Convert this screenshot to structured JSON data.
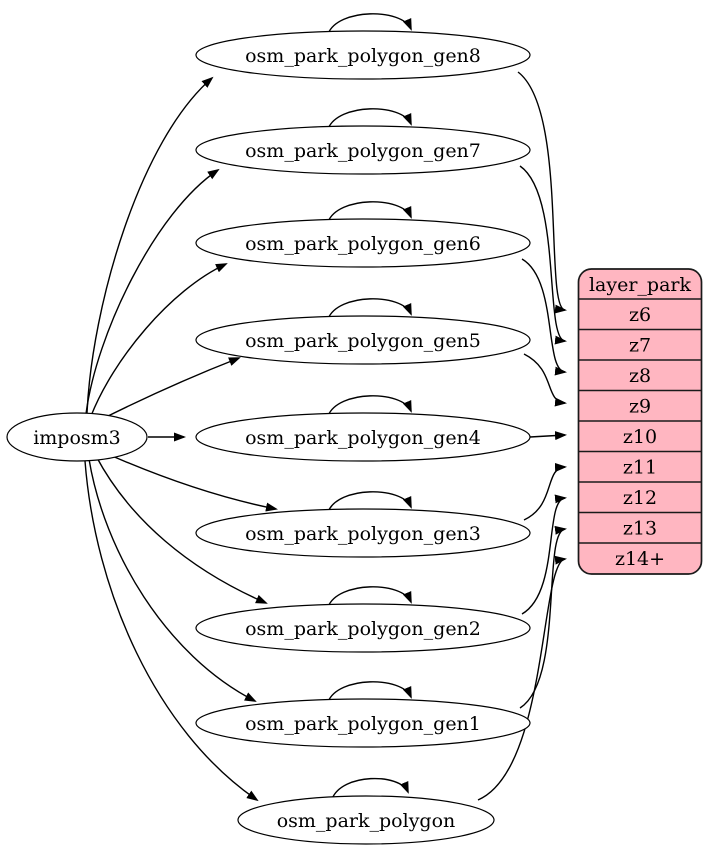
{
  "diagram": {
    "kind": "graphviz-digraph",
    "edge_color": "#000000",
    "node_fill": "#ffffff",
    "source": {
      "label": "imposm3"
    },
    "tables": [
      {
        "id": "osm_park_polygon_gen8",
        "label": "osm_park_polygon_gen8"
      },
      {
        "id": "osm_park_polygon_gen7",
        "label": "osm_park_polygon_gen7"
      },
      {
        "id": "osm_park_polygon_gen6",
        "label": "osm_park_polygon_gen6"
      },
      {
        "id": "osm_park_polygon_gen5",
        "label": "osm_park_polygon_gen5"
      },
      {
        "id": "osm_park_polygon_gen4",
        "label": "osm_park_polygon_gen4"
      },
      {
        "id": "osm_park_polygon_gen3",
        "label": "osm_park_polygon_gen3"
      },
      {
        "id": "osm_park_polygon_gen2",
        "label": "osm_park_polygon_gen2"
      },
      {
        "id": "osm_park_polygon_gen1",
        "label": "osm_park_polygon_gen1"
      },
      {
        "id": "osm_park_polygon",
        "label": "osm_park_polygon"
      }
    ],
    "layer": {
      "title": "layer_park",
      "fill": "#ffb6c1",
      "rows": [
        "z6",
        "z7",
        "z8",
        "z9",
        "z10",
        "z11",
        "z12",
        "z13",
        "z14+"
      ]
    },
    "edges": [
      {
        "from": "imposm3",
        "to": "osm_park_polygon_gen8"
      },
      {
        "from": "imposm3",
        "to": "osm_park_polygon_gen7"
      },
      {
        "from": "imposm3",
        "to": "osm_park_polygon_gen6"
      },
      {
        "from": "imposm3",
        "to": "osm_park_polygon_gen5"
      },
      {
        "from": "imposm3",
        "to": "osm_park_polygon_gen4"
      },
      {
        "from": "imposm3",
        "to": "osm_park_polygon_gen3"
      },
      {
        "from": "imposm3",
        "to": "osm_park_polygon_gen2"
      },
      {
        "from": "imposm3",
        "to": "osm_park_polygon_gen1"
      },
      {
        "from": "imposm3",
        "to": "osm_park_polygon"
      },
      {
        "from": "osm_park_polygon_gen8",
        "to": "osm_park_polygon_gen8",
        "type": "self-loop"
      },
      {
        "from": "osm_park_polygon_gen7",
        "to": "osm_park_polygon_gen7",
        "type": "self-loop"
      },
      {
        "from": "osm_park_polygon_gen6",
        "to": "osm_park_polygon_gen6",
        "type": "self-loop"
      },
      {
        "from": "osm_park_polygon_gen5",
        "to": "osm_park_polygon_gen5",
        "type": "self-loop"
      },
      {
        "from": "osm_park_polygon_gen4",
        "to": "osm_park_polygon_gen4",
        "type": "self-loop"
      },
      {
        "from": "osm_park_polygon_gen3",
        "to": "osm_park_polygon_gen3",
        "type": "self-loop"
      },
      {
        "from": "osm_park_polygon_gen2",
        "to": "osm_park_polygon_gen2",
        "type": "self-loop"
      },
      {
        "from": "osm_park_polygon_gen1",
        "to": "osm_park_polygon_gen1",
        "type": "self-loop"
      },
      {
        "from": "osm_park_polygon",
        "to": "osm_park_polygon",
        "type": "self-loop"
      },
      {
        "from": "osm_park_polygon_gen8",
        "to": "layer_park.z6"
      },
      {
        "from": "osm_park_polygon_gen7",
        "to": "layer_park.z7"
      },
      {
        "from": "osm_park_polygon_gen6",
        "to": "layer_park.z8"
      },
      {
        "from": "osm_park_polygon_gen5",
        "to": "layer_park.z9"
      },
      {
        "from": "osm_park_polygon_gen4",
        "to": "layer_park.z10"
      },
      {
        "from": "osm_park_polygon_gen3",
        "to": "layer_park.z11"
      },
      {
        "from": "osm_park_polygon_gen2",
        "to": "layer_park.z12"
      },
      {
        "from": "osm_park_polygon_gen1",
        "to": "layer_park.z13"
      },
      {
        "from": "osm_park_polygon",
        "to": "layer_park.z14+"
      }
    ]
  }
}
